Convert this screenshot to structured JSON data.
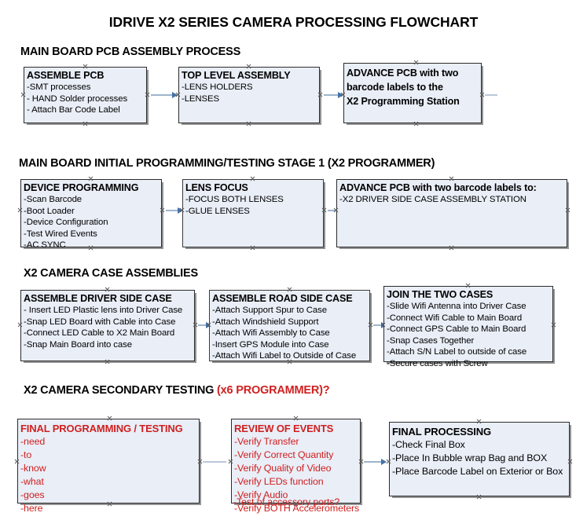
{
  "document": {
    "title": "IDRIVE X2  SERIES CAMERA PROCESSING FLOWCHART"
  },
  "sections": [
    {
      "id": "main-board-pcb-assembly-process",
      "heading": "MAIN BOARD PCB ASSEMBLY PROCESS",
      "heading_red": ""
    },
    {
      "id": "main-board-initial-programming",
      "heading": "MAIN BOARD INITIAL PROGRAMMING/TESTING STAGE 1 (X2 PROGRAMMER)",
      "heading_red": ""
    },
    {
      "id": "x2-camera-case-assemblies",
      "heading": "X2 CAMERA CASE ASSEMBLIES",
      "heading_red": ""
    },
    {
      "id": "x2-camera-secondary-testing",
      "heading": "X2 CAMERA SECONDARY TESTING ",
      "heading_red": "(x6 PROGRAMMER)?"
    }
  ],
  "boxes": {
    "assemble_pcb": {
      "title": "ASSEMBLE PCB",
      "lines": [
        "-SMT processes",
        "- HAND Solder processes",
        "- Attach Bar Code Label"
      ]
    },
    "top_level_assembly": {
      "title": "TOP LEVEL ASSEMBLY",
      "lines": [
        "-LENS HOLDERS",
        "-LENSES"
      ]
    },
    "advance_pcb_station": {
      "title_line1": "ADVANCE PCB with two",
      "title_line2": "barcode labels to the",
      "title_line3": " X2 Programming Station"
    },
    "device_programming": {
      "title": "DEVICE PROGRAMMING",
      "lines": [
        "-Scan Barcode",
        "-Boot Loader",
        "-Device Configuration",
        "-Test Wired Events",
        "-AC SYNC"
      ]
    },
    "lens_focus": {
      "title": "LENS FOCUS",
      "lines": [
        "-FOCUS BOTH LENSES",
        "-GLUE LENSES"
      ]
    },
    "advance_pcb_driver_side": {
      "title": "ADVANCE PCB with two barcode labels to:",
      "lines": [
        "-X2 DRIVER  SIDE  CASE  ASSEMBLY STATION"
      ]
    },
    "assemble_driver_side_case": {
      "title": "ASSEMBLE DRIVER SIDE CASE",
      "lines": [
        "- Insert LED Plastic lens into Driver Case",
        "-Snap LED Board with Cable into Case",
        "-Connect LED Cable to X2 Main Board",
        "-Snap Main Board into case"
      ]
    },
    "assemble_road_side_case": {
      "title": "ASSEMBLE ROAD SIDE CASE",
      "lines": [
        "-Attach Support Spur to Case",
        "-Attach Windshield Support",
        "-Attach Wifi Assembly to Case",
        "-Insert GPS Module into Case",
        "-Attach Wifi Label to Outside of Case"
      ]
    },
    "join_the_two_cases": {
      "title": "JOIN THE TWO CASES",
      "lines": [
        "-Slide Wifi Antenna into Driver Case",
        "-Connect Wifi Cable to Main Board",
        "-Connect GPS Cable to Main Board",
        "-Snap Cases Together",
        "-Attach S/N Label to outside of case",
        "-Secure cases with Screw"
      ]
    },
    "final_programming_testing": {
      "title": "FINAL PROGRAMMING / TESTING",
      "lines": [
        "-need",
        "-to",
        "-know",
        "-what",
        "-goes",
        "-here"
      ]
    },
    "review_of_events": {
      "title": "REVIEW OF EVENTS",
      "lines": [
        "-Verify Transfer",
        "-Verify Correct Quantity",
        "-Verify Quality of Video",
        "-Verify LEDs function",
        "-Verify Audio",
        "-Verify BOTH Accelerometers"
      ],
      "overflow_line": "-Test of accessory ports?"
    },
    "final_processing": {
      "title": "FINAL PROCESSING",
      "lines": [
        " -Check Final Box",
        "-Place In Bubble wrap Bag and BOX",
        "-Place Barcode Label on Exterior or Box"
      ]
    }
  },
  "colors": {
    "box_fill": "#e9eef7",
    "box_border": "#2b2b2b",
    "connector": "#9db4cd",
    "arrow": "#4472a8",
    "red_text": "#d02020"
  }
}
